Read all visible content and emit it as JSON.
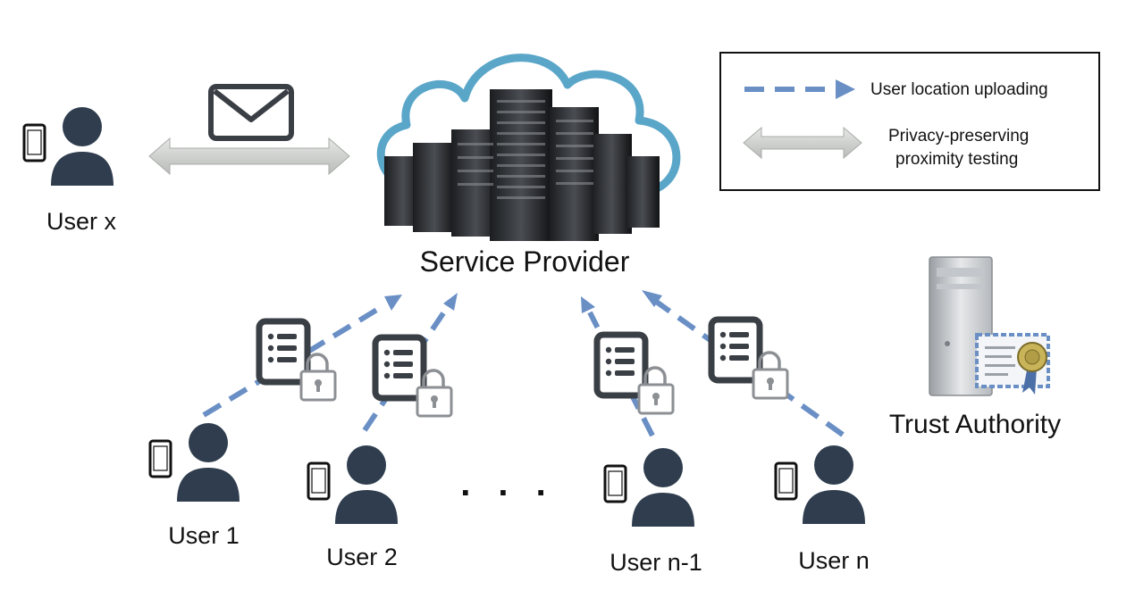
{
  "nodes": {
    "service_provider": "Service Provider",
    "user_x": "User x",
    "user_1": "User 1",
    "user_2": "User 2",
    "user_n1": "User n-1",
    "user_n": "User n",
    "trust_authority": "Trust Authority",
    "ellipsis": ". . ."
  },
  "legend": {
    "upload_label": "User location uploading",
    "proximity_line1": "Privacy-preserving",
    "proximity_line2": "proximity testing"
  },
  "colors": {
    "person": "#2f3d4e",
    "arrow_upload": "#6a8fc5",
    "arrow_proximity": "#c9ccc9",
    "cloud": "#5aa6c9",
    "doc": "#3a3f45"
  },
  "icons": [
    "phone-icon",
    "person-icon",
    "envelope-icon",
    "cloud-icon",
    "server-rack-icon",
    "document-icon",
    "lock-icon",
    "server-tower-icon",
    "certificate-icon"
  ]
}
